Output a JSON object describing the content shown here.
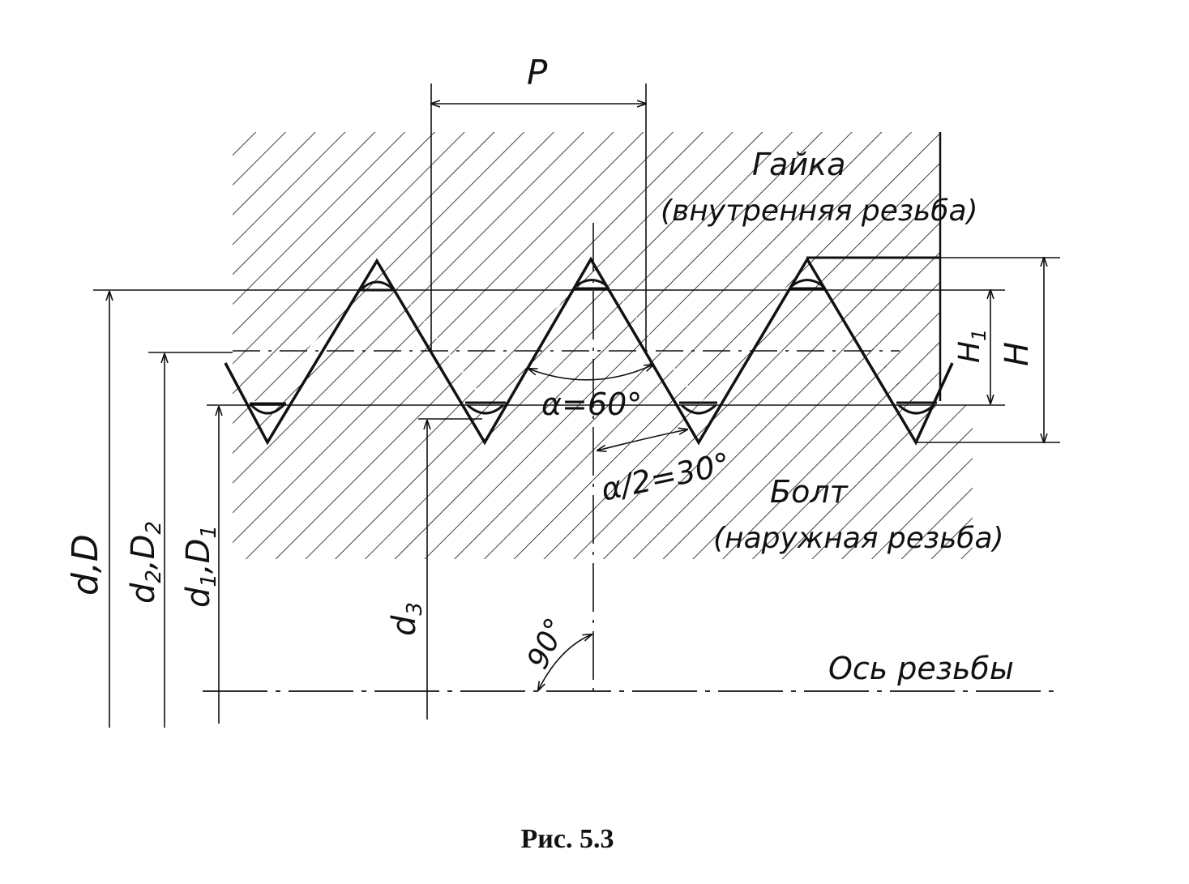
{
  "colors": {
    "ink": "#111111",
    "paper": "#ffffff"
  },
  "labels": {
    "pitch": "P",
    "nut_title": "Гайка",
    "nut_subtitle": "(внутренняя резьба)",
    "bolt_title": "Болт",
    "bolt_subtitle": "(наружная резьба)",
    "angle_alpha": "α=60°",
    "angle_half": "α/2=30°",
    "angle_right": "90°",
    "height_h1": "H",
    "height_h1_sub": "1",
    "height_h": "H",
    "dia_major_a": "d",
    "dia_major_b": "D",
    "dia_pitch_a": "d",
    "dia_pitch_sub_a": "2",
    "dia_pitch_b": "D",
    "dia_pitch_sub_b": "2",
    "dia_minor_a": "d",
    "dia_minor_sub_a": "1",
    "dia_minor_b": "D",
    "dia_minor_sub_b": "1",
    "dia_root_a": "d",
    "dia_root_sub": "3",
    "axis_label": "Ось резьбы",
    "sep": ","
  },
  "caption": "Рис. 5.3"
}
